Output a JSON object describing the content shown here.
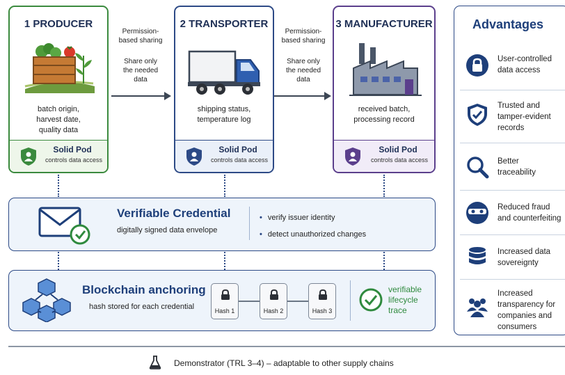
{
  "stages": [
    {
      "title": "1 PRODUCER",
      "description": "batch origin,\nharvest date,\nquality data",
      "pod_title": "Solid Pod",
      "pod_subtitle": "controls data access",
      "color": "#3b8a3e"
    },
    {
      "title": "2 TRANSPORTER",
      "description": "shipping status,\ntemperature log",
      "pod_title": "Solid Pod",
      "pod_subtitle": "controls data access",
      "color": "#2d4a86"
    },
    {
      "title": "3 MANUFACTURER",
      "description": "received batch,\nprocessing record",
      "pod_title": "Solid Pod",
      "pod_subtitle": "controls data access",
      "color": "#5b3f8c"
    }
  ],
  "sharing": [
    {
      "mode": "Permission-\nbased sharing",
      "scope": "Share only\nthe needed\ndata"
    },
    {
      "mode": "Permission-\nbased sharing",
      "scope": "Share only\nthe needed\ndata"
    }
  ],
  "credential": {
    "title": "Verifiable Credential",
    "subtitle": "digitally signed data envelope",
    "bullets": [
      "verify issuer identity",
      "detect unauthorized changes"
    ]
  },
  "blockchain": {
    "title": "Blockchain anchoring",
    "subtitle": "hash stored for each credential",
    "hashes": [
      "Hash 1",
      "Hash 2",
      "Hash 3"
    ],
    "trace": "verifiable\nlifecycle\ntrace"
  },
  "advantages": {
    "title": "Advantages",
    "items": [
      {
        "text": "User-controlled\ndata access",
        "icon": "lock-circle-icon"
      },
      {
        "text": "Trusted and\ntamper-evident\nrecords",
        "icon": "shield-check-icon"
      },
      {
        "text": "Better\ntraceability",
        "icon": "magnifier-icon"
      },
      {
        "text": "Reduced fraud\nand counterfeiting",
        "icon": "masked-face-icon"
      },
      {
        "text": "Increased data\nsovereignty",
        "icon": "database-icon"
      },
      {
        "text": "Increased\ntransparency for\ncompanies and\nconsumers",
        "icon": "people-group-icon"
      }
    ]
  },
  "footer": "Demonstrator (TRL 3–4) – adaptable to other supply chains",
  "colors": {
    "navy": "#1e3f7a",
    "green": "#3b8a3e",
    "blue": "#2d4a86",
    "purple": "#5b3f8c"
  }
}
